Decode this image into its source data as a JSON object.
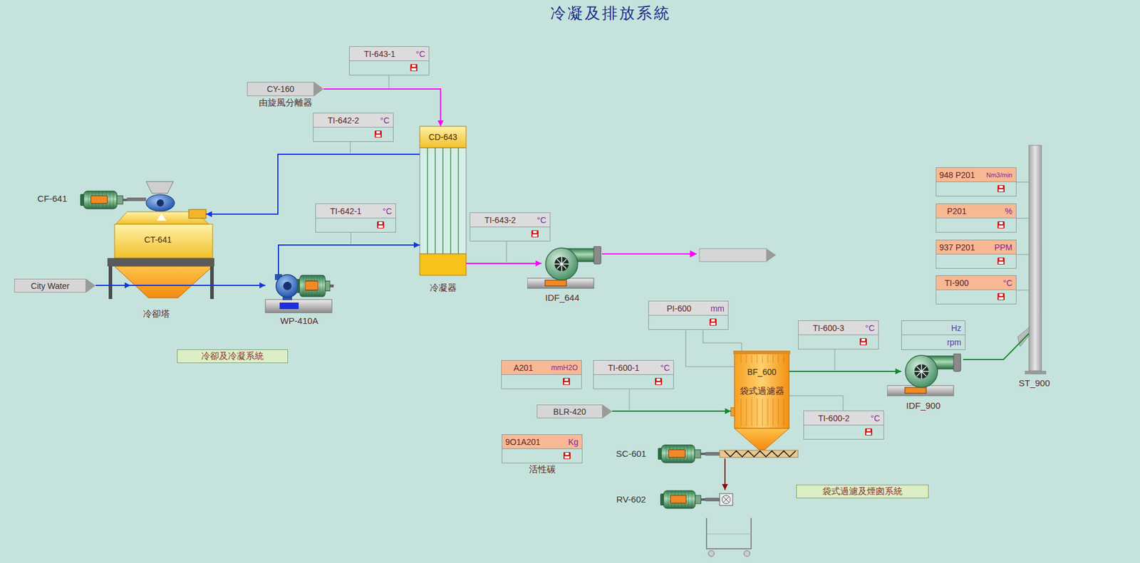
{
  "diagram": {
    "title": "冷凝及排放系統",
    "nodes": [
      {
        "text": [
          "TI-643-1",
          "°C"
        ]
      },
      {
        "text": [
          "CY-160",
          "由旋風分離器"
        ]
      },
      {
        "text": [
          "TI-642-2",
          "°C"
        ]
      },
      {
        "text": [
          "CD-643",
          "冷凝器"
        ]
      },
      {
        "text": [
          "948 P201",
          "Nm3/min"
        ]
      },
      {
        "text": [
          "CT-641",
          "冷卻塔"
        ]
      },
      {
        "text": [
          "TI-642-1",
          "°C"
        ]
      },
      {
        "text": [
          "P201",
          "%"
        ]
      },
      {
        "text": [
          "TI-643-2",
          "°C"
        ]
      },
      {
        "text": [
          "937 P201",
          "PPM"
        ]
      },
      {
        "text": [
          "IDF_644"
        ]
      },
      {
        "text": [
          "City Water"
        ]
      },
      {
        "text": [
          "TI-900",
          "°C"
        ]
      },
      {
        "text": [
          "WP-410A"
        ]
      },
      {
        "text": [
          "PI-600",
          "mm"
        ]
      },
      {
        "text": [
          "TI-600-3",
          "°C"
        ]
      },
      {
        "text": [
          "Hz",
          "rpm"
        ]
      },
      {
        "text": [
          "冷卻及冷凝系統"
        ]
      },
      {
        "text": [
          "A201",
          "mmH2O"
        ]
      },
      {
        "text": [
          "TI-600-1",
          "°C"
        ]
      },
      {
        "text": [
          "BF_600",
          "袋式過濾器"
        ]
      },
      {
        "text": [
          "IDF_900"
        ]
      },
      {
        "text": [
          "ST_900"
        ]
      },
      {
        "text": [
          "BLR-420"
        ]
      },
      {
        "text": [
          "TI-600-2",
          "°C"
        ]
      },
      {
        "text": [
          "9O1A201",
          "Kg",
          "活性碳"
        ]
      },
      {
        "text": [
          "SC-601"
        ]
      },
      {
        "text": [
          "RV-602"
        ]
      },
      {
        "text": [
          "袋式過濾及煙囪系統"
        ]
      }
    ],
    "edges": [
      {
        "from": 11,
        "to": 5,
        "arrow": "to"
      },
      {
        "from": 5,
        "to": 13,
        "arrow": "to"
      },
      {
        "from": 13,
        "to": 3,
        "arrow": "to"
      },
      {
        "from": 3,
        "to": 5,
        "arrow": "to"
      },
      {
        "from": 1,
        "to": 3,
        "arrow": "to"
      },
      {
        "from": 3,
        "to": 10,
        "arrow": "to"
      },
      {
        "from": 23,
        "to": 20,
        "arrow": "to"
      },
      {
        "from": 20,
        "to": 21,
        "arrow": "to"
      },
      {
        "from": 21,
        "to": 22,
        "arrow": "none"
      },
      {
        "from": 26,
        "to": 27,
        "arrow": "to"
      }
    ],
    "labels": [
      "CF-641"
    ]
  }
}
